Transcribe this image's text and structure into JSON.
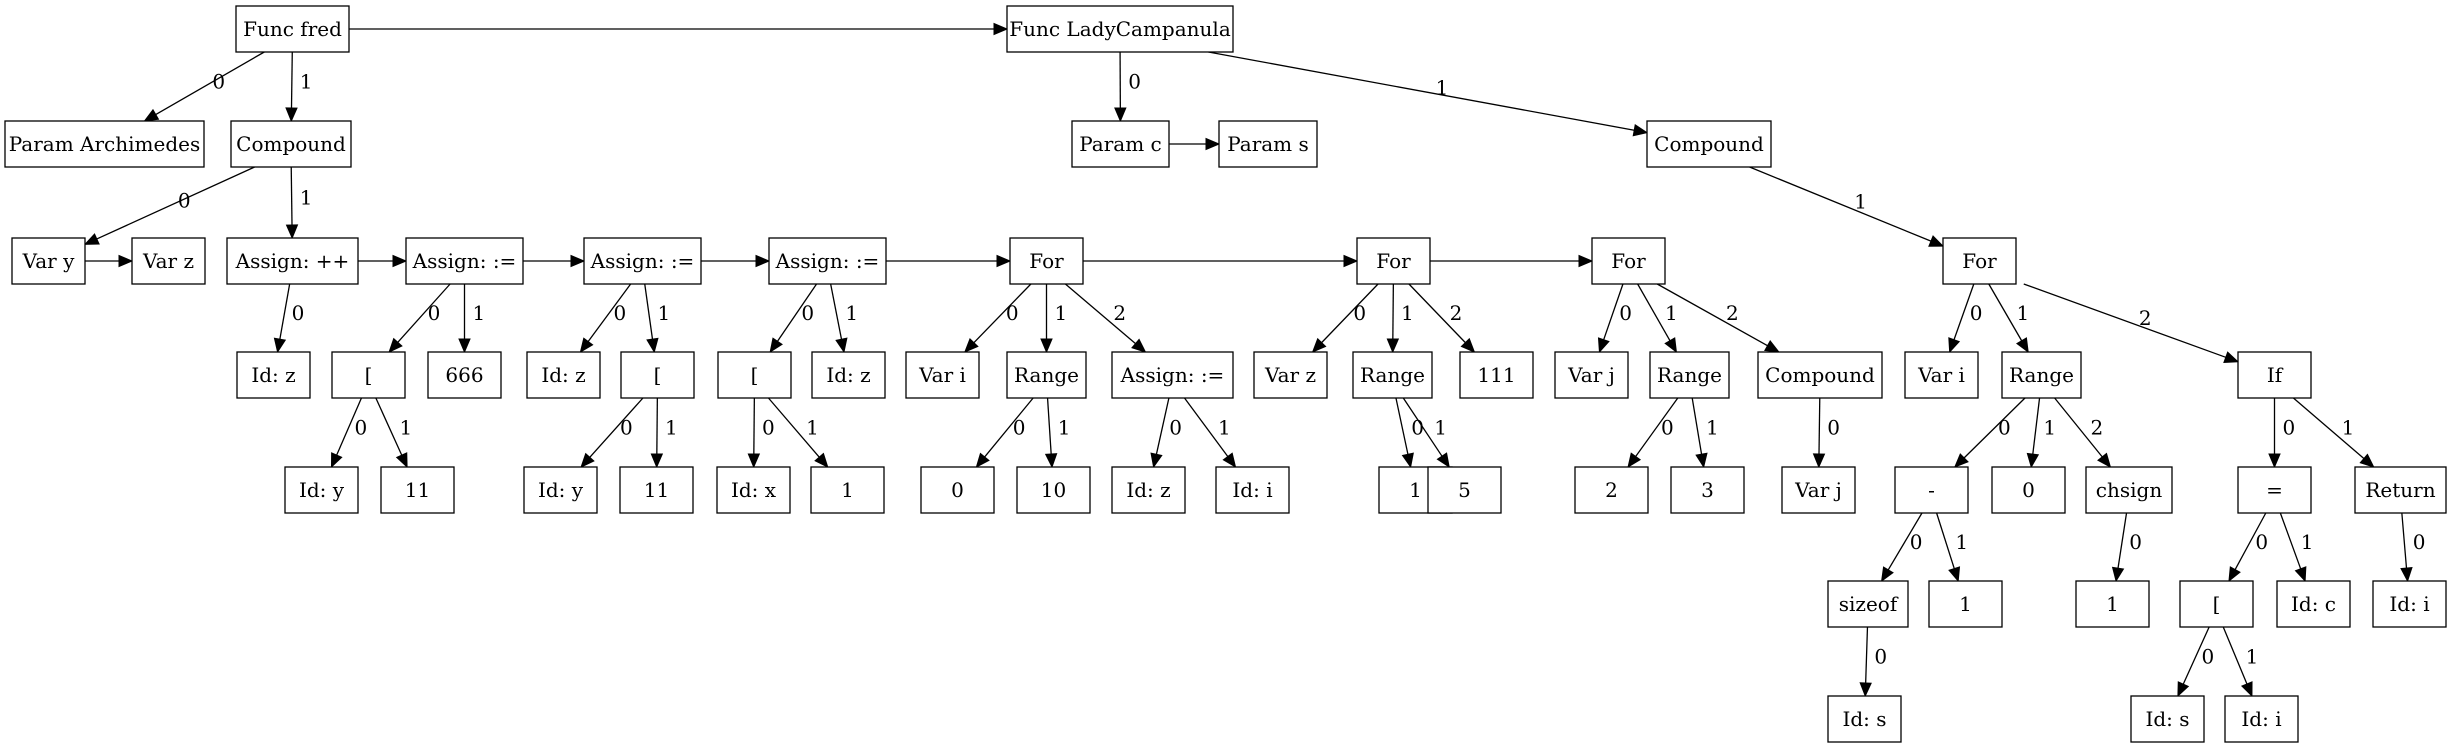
{
  "nodes": [
    {
      "id": "n1",
      "label": "Func fred"
    },
    {
      "id": "n2",
      "label": "Func LadyCampanula"
    },
    {
      "id": "n3",
      "label": "Param Archimedes"
    },
    {
      "id": "n4",
      "label": "Compound"
    },
    {
      "id": "n5",
      "label": "Param c"
    },
    {
      "id": "n6",
      "label": "Param s"
    },
    {
      "id": "n7",
      "label": "Compound"
    },
    {
      "id": "n8",
      "label": "Var y"
    },
    {
      "id": "n9",
      "label": "Var z"
    },
    {
      "id": "n10",
      "label": "Assign: ++"
    },
    {
      "id": "n11",
      "label": "Assign: :="
    },
    {
      "id": "n12",
      "label": "Assign: :="
    },
    {
      "id": "n13",
      "label": "Assign: :="
    },
    {
      "id": "n14",
      "label": "For"
    },
    {
      "id": "n15",
      "label": "For"
    },
    {
      "id": "n16",
      "label": "For"
    },
    {
      "id": "n17",
      "label": "For"
    },
    {
      "id": "n18",
      "label": "Id: z"
    },
    {
      "id": "n19",
      "label": "["
    },
    {
      "id": "n20",
      "label": "666"
    },
    {
      "id": "n21",
      "label": "Id: z"
    },
    {
      "id": "n22",
      "label": "["
    },
    {
      "id": "n23",
      "label": "["
    },
    {
      "id": "n24",
      "label": "Id: z"
    },
    {
      "id": "n25",
      "label": "Var i"
    },
    {
      "id": "n26",
      "label": "Range"
    },
    {
      "id": "n27",
      "label": "Assign: :="
    },
    {
      "id": "n28",
      "label": "Var z"
    },
    {
      "id": "n29",
      "label": "Range"
    },
    {
      "id": "n30",
      "label": "111"
    },
    {
      "id": "n31",
      "label": "Var j"
    },
    {
      "id": "n32",
      "label": "Range"
    },
    {
      "id": "n33",
      "label": "Compound"
    },
    {
      "id": "n34",
      "label": "Var i"
    },
    {
      "id": "n35",
      "label": "Range"
    },
    {
      "id": "n36",
      "label": "If"
    },
    {
      "id": "n37",
      "label": "Id: y"
    },
    {
      "id": "n38",
      "label": "11"
    },
    {
      "id": "n39",
      "label": "Id: y"
    },
    {
      "id": "n40",
      "label": "11"
    },
    {
      "id": "n41",
      "label": "Id: x"
    },
    {
      "id": "n42",
      "label": "1"
    },
    {
      "id": "n43",
      "label": "0"
    },
    {
      "id": "n44",
      "label": "10"
    },
    {
      "id": "n45",
      "label": "Id: z"
    },
    {
      "id": "n46",
      "label": "Id: i"
    },
    {
      "id": "n47",
      "label": "1"
    },
    {
      "id": "n48",
      "label": "5"
    },
    {
      "id": "n49",
      "label": "2"
    },
    {
      "id": "n50",
      "label": "3"
    },
    {
      "id": "n51",
      "label": "Var j"
    },
    {
      "id": "n52",
      "label": "-"
    },
    {
      "id": "n53",
      "label": "0"
    },
    {
      "id": "n54",
      "label": "chsign"
    },
    {
      "id": "n55",
      "label": "="
    },
    {
      "id": "n56",
      "label": "Return"
    },
    {
      "id": "n57",
      "label": "sizeof"
    },
    {
      "id": "n58",
      "label": "1"
    },
    {
      "id": "n59",
      "label": "1"
    },
    {
      "id": "n60",
      "label": "["
    },
    {
      "id": "n61",
      "label": "Id: c"
    },
    {
      "id": "n62",
      "label": "Id: i"
    },
    {
      "id": "n63",
      "label": "Id: s"
    },
    {
      "id": "n64",
      "label": "Id: s"
    },
    {
      "id": "n65",
      "label": "Id: i"
    }
  ],
  "edges": [
    {
      "from": "n1",
      "to": "n2",
      "label": ""
    },
    {
      "from": "n1",
      "to": "n3",
      "label": "0"
    },
    {
      "from": "n1",
      "to": "n4",
      "label": "1"
    },
    {
      "from": "n2",
      "to": "n5",
      "label": "0"
    },
    {
      "from": "n2",
      "to": "n7",
      "label": "1"
    },
    {
      "from": "n5",
      "to": "n6",
      "label": ""
    },
    {
      "from": "n4",
      "to": "n8",
      "label": "0"
    },
    {
      "from": "n4",
      "to": "n10",
      "label": "1"
    },
    {
      "from": "n8",
      "to": "n9",
      "label": ""
    },
    {
      "from": "n10",
      "to": "n11",
      "label": ""
    },
    {
      "from": "n11",
      "to": "n12",
      "label": ""
    },
    {
      "from": "n12",
      "to": "n13",
      "label": ""
    },
    {
      "from": "n13",
      "to": "n14",
      "label": ""
    },
    {
      "from": "n14",
      "to": "n15",
      "label": ""
    },
    {
      "from": "n15",
      "to": "n16",
      "label": ""
    },
    {
      "from": "n7",
      "to": "n17",
      "label": "1"
    },
    {
      "from": "n10",
      "to": "n18",
      "label": "0"
    },
    {
      "from": "n11",
      "to": "n19",
      "label": "0"
    },
    {
      "from": "n11",
      "to": "n20",
      "label": "1"
    },
    {
      "from": "n12",
      "to": "n21",
      "label": "0"
    },
    {
      "from": "n12",
      "to": "n22",
      "label": "1"
    },
    {
      "from": "n13",
      "to": "n23",
      "label": "0"
    },
    {
      "from": "n13",
      "to": "n24",
      "label": "1"
    },
    {
      "from": "n14",
      "to": "n25",
      "label": "0"
    },
    {
      "from": "n14",
      "to": "n26",
      "label": "1"
    },
    {
      "from": "n14",
      "to": "n27",
      "label": "2"
    },
    {
      "from": "n15",
      "to": "n28",
      "label": "0"
    },
    {
      "from": "n15",
      "to": "n29",
      "label": "1"
    },
    {
      "from": "n15",
      "to": "n30",
      "label": "2"
    },
    {
      "from": "n16",
      "to": "n31",
      "label": "0"
    },
    {
      "from": "n16",
      "to": "n32",
      "label": "1"
    },
    {
      "from": "n16",
      "to": "n33",
      "label": "2"
    },
    {
      "from": "n17",
      "to": "n34",
      "label": "0"
    },
    {
      "from": "n17",
      "to": "n35",
      "label": "1"
    },
    {
      "from": "n17",
      "to": "n36",
      "label": "2"
    },
    {
      "from": "n19",
      "to": "n37",
      "label": "0"
    },
    {
      "from": "n19",
      "to": "n38",
      "label": "1"
    },
    {
      "from": "n22",
      "to": "n39",
      "label": "0"
    },
    {
      "from": "n22",
      "to": "n40",
      "label": "1"
    },
    {
      "from": "n23",
      "to": "n41",
      "label": "0"
    },
    {
      "from": "n23",
      "to": "n42",
      "label": "1"
    },
    {
      "from": "n26",
      "to": "n43",
      "label": "0"
    },
    {
      "from": "n26",
      "to": "n44",
      "label": "1"
    },
    {
      "from": "n27",
      "to": "n45",
      "label": "0"
    },
    {
      "from": "n27",
      "to": "n46",
      "label": "1"
    },
    {
      "from": "n29",
      "to": "n47",
      "label": "0"
    },
    {
      "from": "n29",
      "to": "n48",
      "label": "1"
    },
    {
      "from": "n32",
      "to": "n49",
      "label": "0"
    },
    {
      "from": "n32",
      "to": "n50",
      "label": "1"
    },
    {
      "from": "n33",
      "to": "n51",
      "label": "0"
    },
    {
      "from": "n35",
      "to": "n52",
      "label": "0"
    },
    {
      "from": "n35",
      "to": "n53",
      "label": "1"
    },
    {
      "from": "n35",
      "to": "n54",
      "label": "2"
    },
    {
      "from": "n36",
      "to": "n55",
      "label": "0"
    },
    {
      "from": "n36",
      "to": "n56",
      "label": "1"
    },
    {
      "from": "n52",
      "to": "n57",
      "label": "0"
    },
    {
      "from": "n52",
      "to": "n58",
      "label": "1"
    },
    {
      "from": "n54",
      "to": "n59",
      "label": "0"
    },
    {
      "from": "n55",
      "to": "n60",
      "label": "0"
    },
    {
      "from": "n55",
      "to": "n61",
      "label": "1"
    },
    {
      "from": "n56",
      "to": "n62",
      "label": "0"
    },
    {
      "from": "n57",
      "to": "n63",
      "label": "0"
    },
    {
      "from": "n60",
      "to": "n64",
      "label": "0"
    },
    {
      "from": "n60",
      "to": "n65",
      "label": "1"
    }
  ]
}
